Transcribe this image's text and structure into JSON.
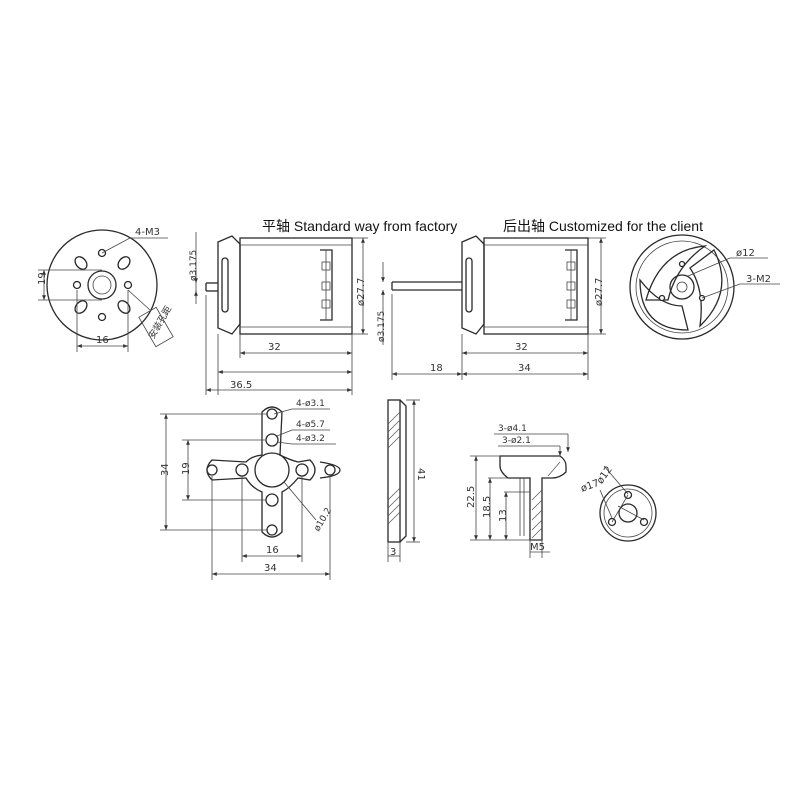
{
  "titles": {
    "standard": "平轴 Standard way from factory",
    "custom": "后出轴 Customized for the client"
  },
  "front_left": {
    "holes": "4-M3",
    "height": "19",
    "width": "16",
    "note": "安装孔距"
  },
  "side_standard": {
    "shaft_dia": "ø3.175",
    "body_dia": "ø27.7",
    "body_len": "32",
    "total_len": "36.5"
  },
  "side_custom": {
    "shaft_dia": "ø3.175",
    "body_dia": "ø27.7",
    "body_len": "32",
    "shaft_len": "18",
    "total_len": "34"
  },
  "front_right": {
    "bore": "ø12",
    "holes": "3-M2"
  },
  "mount": {
    "h1": "4-ø3.1",
    "h2": "4-ø5.7",
    "h3": "4-ø3.2",
    "center": "ø10.2",
    "height": "34",
    "inner_h": "19",
    "inner_w": "16",
    "width": "34"
  },
  "mount_side": {
    "height": "41",
    "thick": "3"
  },
  "adapter": {
    "h1": "3-ø4.1",
    "h2": "3-ø2.1",
    "len1": "22.5",
    "len2": "18.5",
    "len3": "13",
    "thread": "M5"
  },
  "adapter_front": {
    "outer": "ø17",
    "inner": "ø12"
  }
}
